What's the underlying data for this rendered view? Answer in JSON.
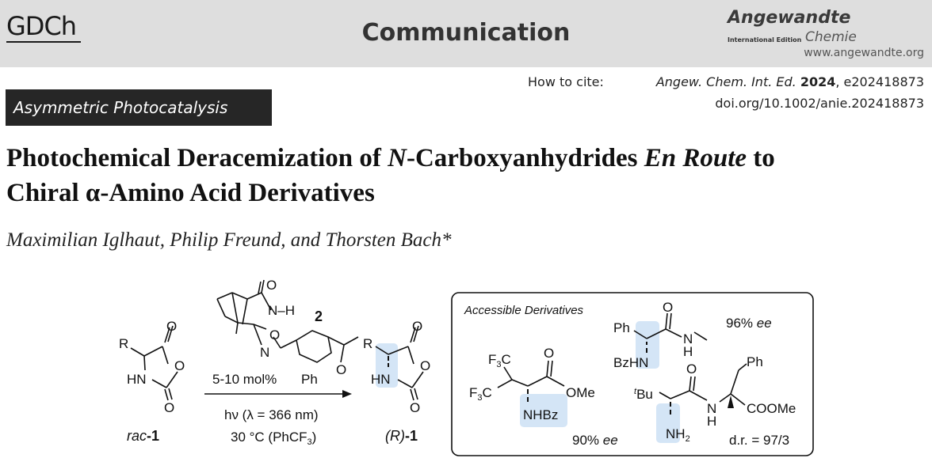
{
  "header": {
    "society_logo": "GDCh",
    "section_type": "Communication",
    "journal_logo": {
      "name": "Angewandte",
      "edition": "International Edition",
      "subname": "Chemie"
    },
    "journal_url": "www.angewandte.org"
  },
  "citation": {
    "label": "How to cite:",
    "journal_abbrev": "Angew. Chem. Int. Ed.",
    "year": "2024",
    "article_id": "e202418873",
    "doi": "doi.org/10.1002/anie.202418873"
  },
  "topic": "Asymmetric Photocatalysis",
  "title": {
    "part1": "Photochemical Deracemization of ",
    "italic1": "N",
    "part2": "-Carboxyanhydrides ",
    "italic2": "En Route",
    "part3": " to",
    "line2": "Chiral α-Amino Acid Derivatives"
  },
  "authors": "Maximilian Iglhaut, Philip Freund, and Thorsten Bach*",
  "scheme": {
    "substituent_r": "R",
    "hn": "HN",
    "ring_o": "O",
    "carbonyl_o": "O",
    "racemic_label_prefix": "rac",
    "racemic_label_number": "-1",
    "product_label_prefix": "(R)",
    "product_label_number": "-1",
    "catalyst_number": "2",
    "catalyst_nh": "N–H",
    "catalyst_ph": "Ph",
    "catalyst_n": "N",
    "catalyst_loading": "5-10 mol%",
    "light": "hν (λ = 366 nm)",
    "conditions_prefix": "30 °C (PhCF",
    "conditions_subscript": "3",
    "conditions_suffix": ")",
    "derivatives_box": {
      "heading": "Accessible Derivatives",
      "amide": {
        "ph": "Ph",
        "bzhn": "BzHN",
        "nh": "N",
        "h": "H",
        "ee": "96%",
        "ee_suffix": "ee"
      },
      "ester": {
        "cf3": "F",
        "c": "C",
        "sub3": "3",
        "ome": "OMe",
        "nhbz": "NHBz",
        "ee": "90%",
        "ee_suffix": "ee"
      },
      "dipeptide": {
        "tbu_t": "t",
        "tbu": "Bu",
        "nh2": "NH",
        "sub2": "2",
        "n": "N",
        "h": "H",
        "ph": "Ph",
        "coome": "COOMe",
        "dr": "d.r. = 97/3"
      }
    }
  }
}
